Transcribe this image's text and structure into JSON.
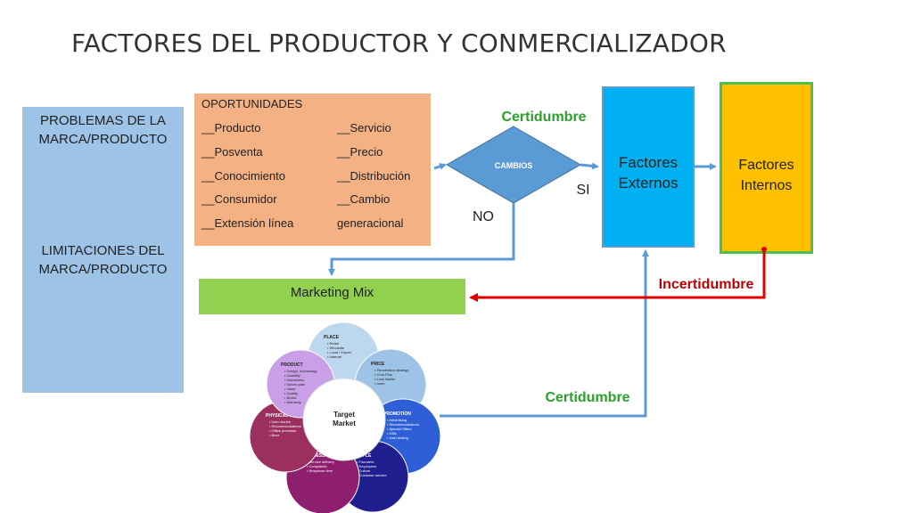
{
  "title": "FACTORES DEL PRODUCTOR Y CONMERCIALIZADOR",
  "left_box": {
    "line1": "PROBLEMAS DE LA",
    "line2": "MARCA/PRODUCTO",
    "line3": "LIMITACIONES DEL",
    "line4": "MARCA/PRODUCTO"
  },
  "oportunidades": {
    "heading": "OPORTUNIDADES",
    "col1": [
      "__Producto",
      "__Posventa",
      "__Conocimiento",
      "__Consumidor",
      "__Extensión línea"
    ],
    "col2": [
      "__Servicio",
      "__Precio",
      "__Distribución",
      "__Cambio",
      "generacional"
    ]
  },
  "cambios": "CAMBIOS",
  "certidumbre_top": "Certidumbre",
  "si": "SI",
  "no": "NO",
  "factores_externos": {
    "line1": "Factores",
    "line2": "Externos"
  },
  "factores_internos": {
    "line1": "Factores",
    "line2": "Internos"
  },
  "incertidumbre": "Incertidumbre",
  "marketing_mix": "Marketing Mix",
  "certidumbre_bottom": "Certidumbre",
  "colors": {
    "arrow_blue": "#5b9bd5",
    "arrow_red": "#e00000",
    "green_text": "#2ca02c",
    "red_text": "#c00000"
  },
  "flower": {
    "center": {
      "line1": "Target",
      "line2": "Market"
    },
    "petals": [
      {
        "title": "PLACE",
        "items": [
          "Retail",
          "Wholsale",
          "Local / Export",
          "Internet"
        ],
        "color": "#bdd7ee"
      },
      {
        "title": "PRICE",
        "items": [
          "Penetration strategy",
          "Cost-Plus",
          "Loss leader",
          "more"
        ],
        "color": "#9dc3e6"
      },
      {
        "title": "PROMOTION",
        "items": [
          "Advertising",
          "Recommendations",
          "Special Offers",
          "Gifts",
          "User testing"
        ],
        "color": "#2e5fd6"
      },
      {
        "title": "PEOPLE",
        "items": [
          "Founders",
          "Employees",
          "Culture",
          "Customer service"
        ],
        "color": "#1f1f8f"
      },
      {
        "title": "PROCESS",
        "items": [
          "Service delivery",
          "Complaints",
          "Response time"
        ],
        "color": "#8e1e6e"
      },
      {
        "title": "PHYSICAL EVIDENCE",
        "items": [
          "User stories",
          "Recommendations",
          "Office premises",
          "Buzz"
        ],
        "color": "#9b2f5f"
      },
      {
        "title": "PRODUCT",
        "items": [
          "Design, technology",
          "Usability",
          "Usefulness",
          "Solves pain",
          "Value",
          "Quality",
          "Brand",
          "Warranty"
        ],
        "color": "#c9a0e8"
      }
    ]
  }
}
